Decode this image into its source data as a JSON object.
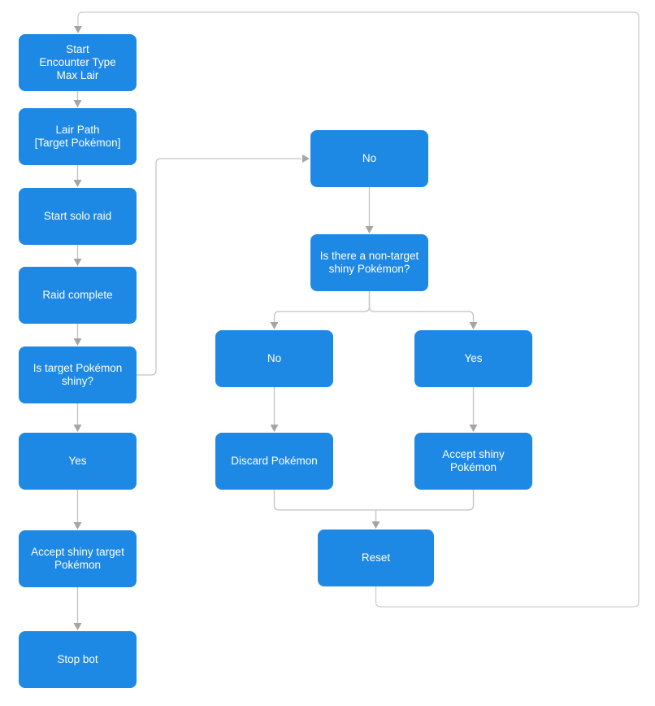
{
  "diagram_type": "flowchart",
  "colors": {
    "node_fill": "#1e88e5",
    "node_text": "#ffffff",
    "connector": "#c2c2c2",
    "loop_connector": "#cdcdcd",
    "arrowhead": "#a5a5a5",
    "background": "#ffffff"
  },
  "nodes": [
    {
      "id": "start",
      "label": "Start\nEncounter Type\nMax Lair"
    },
    {
      "id": "lair_path",
      "label": "Lair Path\n[Target Pokémon]"
    },
    {
      "id": "start_solo_raid",
      "label": "Start solo raid"
    },
    {
      "id": "raid_complete",
      "label": "Raid complete"
    },
    {
      "id": "is_target_shiny",
      "label": "Is target Pokémon\nshiny?"
    },
    {
      "id": "yes_target",
      "label": "Yes"
    },
    {
      "id": "accept_shiny_target",
      "label": "Accept shiny target\nPokémon"
    },
    {
      "id": "stop_bot",
      "label": "Stop bot"
    },
    {
      "id": "no_target",
      "label": "No"
    },
    {
      "id": "non_target_question",
      "label": "Is there a non-target\nshiny Pokémon?"
    },
    {
      "id": "no_non_target",
      "label": "No"
    },
    {
      "id": "yes_non_target",
      "label": "Yes"
    },
    {
      "id": "discard_pokemon",
      "label": "Discard Pokémon"
    },
    {
      "id": "accept_shiny_pokemon",
      "label": "Accept shiny Pokémon"
    },
    {
      "id": "reset",
      "label": "Reset"
    }
  ],
  "edges": [
    {
      "from": "start",
      "to": "lair_path"
    },
    {
      "from": "lair_path",
      "to": "start_solo_raid"
    },
    {
      "from": "start_solo_raid",
      "to": "raid_complete"
    },
    {
      "from": "raid_complete",
      "to": "is_target_shiny"
    },
    {
      "from": "is_target_shiny",
      "to": "yes_target"
    },
    {
      "from": "is_target_shiny",
      "to": "no_target"
    },
    {
      "from": "yes_target",
      "to": "accept_shiny_target"
    },
    {
      "from": "accept_shiny_target",
      "to": "stop_bot"
    },
    {
      "from": "no_target",
      "to": "non_target_question"
    },
    {
      "from": "non_target_question",
      "to": "no_non_target"
    },
    {
      "from": "non_target_question",
      "to": "yes_non_target"
    },
    {
      "from": "no_non_target",
      "to": "discard_pokemon"
    },
    {
      "from": "yes_non_target",
      "to": "accept_shiny_pokemon"
    },
    {
      "from": "discard_pokemon",
      "to": "reset"
    },
    {
      "from": "accept_shiny_pokemon",
      "to": "reset"
    },
    {
      "from": "reset",
      "to": "start"
    }
  ]
}
